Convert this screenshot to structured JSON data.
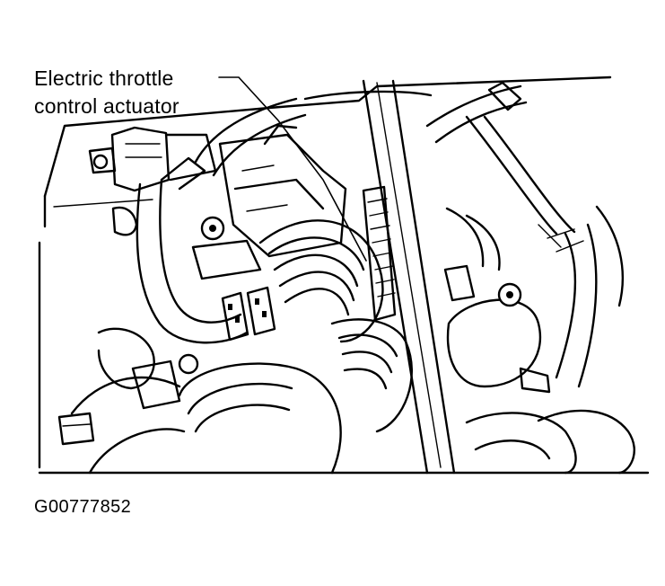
{
  "diagram": {
    "callout_label": {
      "line1": "Electric throttle",
      "line2": "control actuator"
    },
    "figure_id": "G00777852"
  }
}
